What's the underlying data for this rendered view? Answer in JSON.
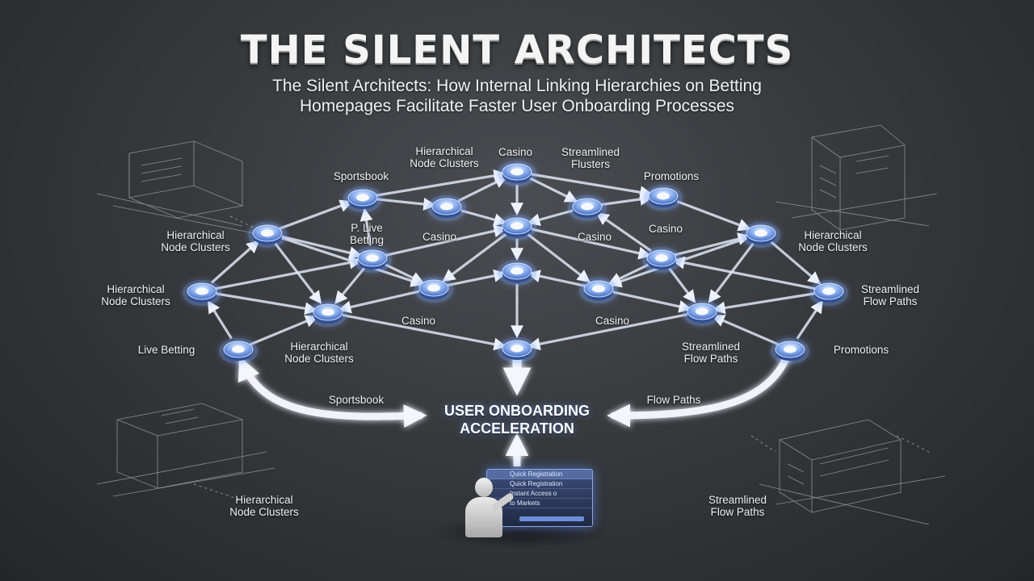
{
  "title": "THE SILENT ARCHITECTS",
  "subtitle_line1": "The Silent Architects: How Internal Linking Hierarchies on Betting",
  "subtitle_line2": "Homepages Facilitate Faster User Onboarding Processes",
  "labels": {
    "hier_top_1": "Hierarchical",
    "hier_top_2": "Node Clusters",
    "casino_top": "Casino",
    "streamlined_top_1": "Streamlined",
    "streamlined_top_2": "Flusters",
    "sportsbook_top": "Sportsbook",
    "promotions_top": "Promotions",
    "live_1": "P. Live",
    "live_2": "Betting",
    "casino_mid_left": "Casino",
    "casino_mid_right": "Casino",
    "casino_right_top": "Casino",
    "hier_left_1": "Hierarchical",
    "hier_left_2": "Node Clusters",
    "hier_right_1": "Hierarchical",
    "hier_right_2": "Node Clusters",
    "hier_far_left_1": "Hierarchical",
    "hier_far_left_2": "Node Clusters",
    "streamlined_right_1": "Streamlined",
    "streamlined_right_2": "Flow Paths",
    "casino_low_left": "Casino",
    "casino_low_right": "Casino",
    "live_betting": "Live Betting",
    "hier_low_1": "Hierarchical",
    "hier_low_2": "Node Clusters",
    "streamlined_low_1": "Streamlined",
    "streamlined_low_2": "Flow Paths",
    "promotions_right": "Promotions",
    "sportsbook_bottom": "Sportsbook",
    "flow_paths": "Flow Paths",
    "hier_bottom_1": "Hierarchical",
    "hier_bottom_2": "Node Clusters",
    "streamlined_bottom_1": "Streamlined",
    "streamlined_bottom_2": "Flow Paths"
  },
  "center": {
    "line1": "USER ONBOARDING",
    "line2": "ACCELERATION"
  },
  "panel": {
    "row1": "Quick Registration",
    "row2": "Quick Registration",
    "row3": "Instant Access o",
    "row4": "to Markets"
  },
  "colors": {
    "node": "#6f9be8",
    "glow": "#7fa8ff",
    "arrow": "#dfe6f5",
    "background": "#36383c"
  }
}
